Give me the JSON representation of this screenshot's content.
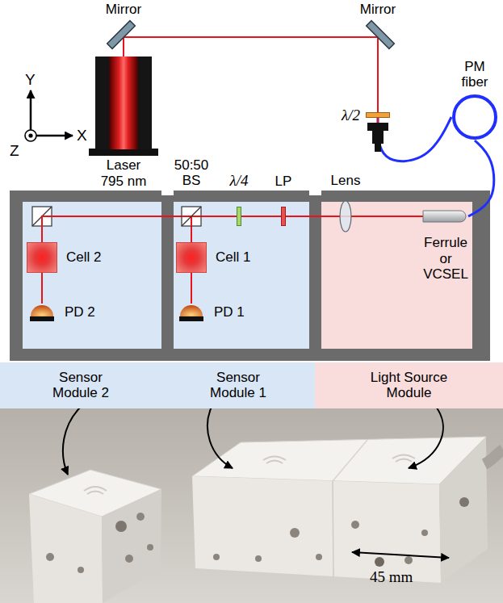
{
  "diagram": {
    "nodes": [
      {
        "text": [
          "Mirror"
        ]
      },
      {
        "text": [
          "Mirror"
        ]
      },
      {
        "text": [
          "Laser 795 nm"
        ]
      },
      {
        "text": [
          "λ/2"
        ]
      },
      {
        "text": [
          "PM fiber"
        ]
      },
      {
        "text": [
          "50:50 BS"
        ]
      },
      {
        "text": [
          "λ/4"
        ]
      },
      {
        "text": [
          "LP"
        ]
      },
      {
        "text": [
          "Lens"
        ]
      },
      {
        "text": [
          "Ferrule or VCSEL"
        ]
      },
      {
        "text": [
          "Cell 2"
        ]
      },
      {
        "text": [
          "Cell 1"
        ]
      },
      {
        "text": [
          "PD 2"
        ]
      },
      {
        "text": [
          "PD 1"
        ]
      },
      {
        "text": [
          "Sensor Module 2"
        ]
      },
      {
        "text": [
          "Sensor Module 1"
        ]
      },
      {
        "text": [
          "Light Source Module"
        ]
      }
    ],
    "edges": [
      {
        "from": 2,
        "to": 0,
        "arrow": "none"
      },
      {
        "from": 0,
        "to": 1,
        "arrow": "none"
      },
      {
        "from": 1,
        "to": 3,
        "arrow": "none"
      },
      {
        "from": 3,
        "to": 4,
        "arrow": "none"
      },
      {
        "from": 4,
        "to": 9,
        "arrow": "none"
      },
      {
        "from": 9,
        "to": 8,
        "arrow": "none"
      },
      {
        "from": 8,
        "to": 7,
        "arrow": "none"
      },
      {
        "from": 7,
        "to": 6,
        "arrow": "none"
      },
      {
        "from": 6,
        "to": 5,
        "arrow": "none"
      },
      {
        "from": 5,
        "to": 11,
        "arrow": "none"
      },
      {
        "from": 11,
        "to": 13,
        "arrow": "none"
      },
      {
        "from": 5,
        "to": 10,
        "arrow": "none"
      },
      {
        "from": 10,
        "to": 12,
        "arrow": "none"
      }
    ],
    "labels": [
      "Y",
      "X",
      "Z",
      "45 mm"
    ]
  }
}
